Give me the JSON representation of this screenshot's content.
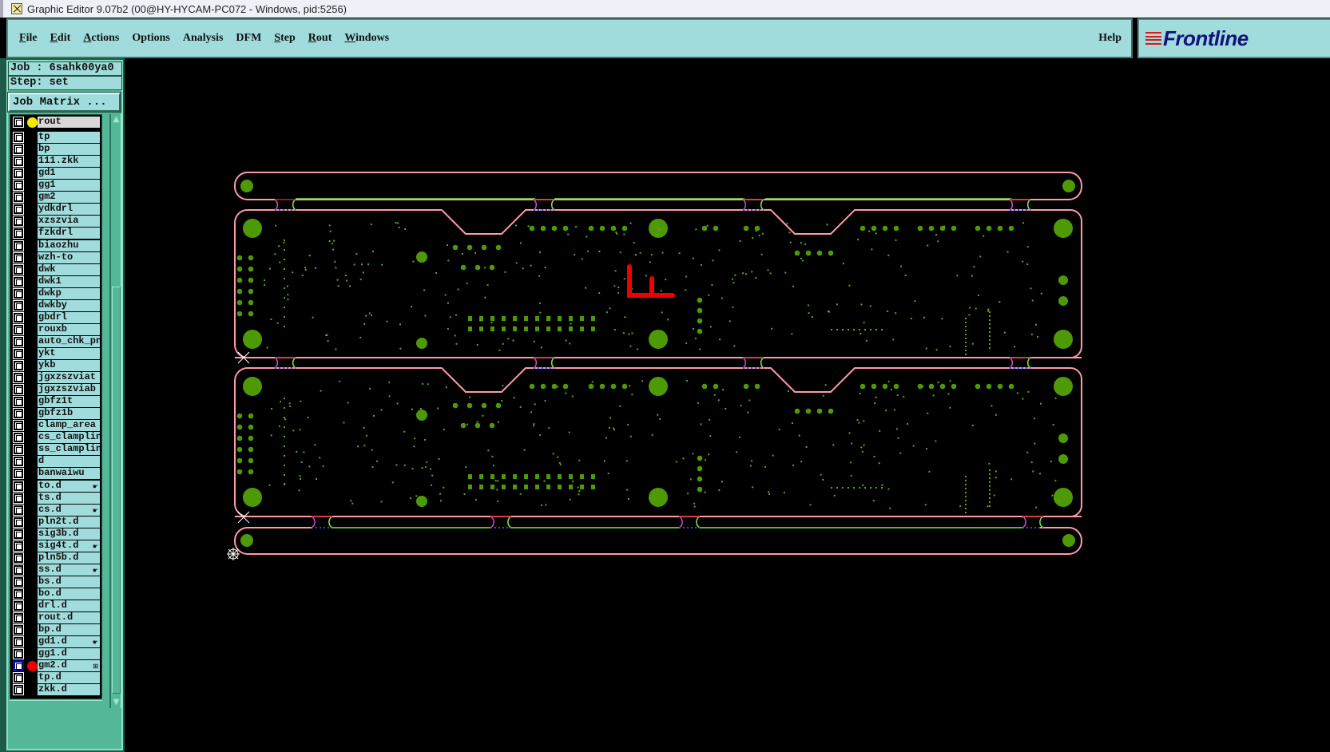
{
  "window": {
    "title": "Graphic Editor 9.07b2 (00@HY-HYCAM-PC072 - Windows, pid:5256)"
  },
  "menu": {
    "items": [
      {
        "label": "File",
        "u": "F",
        "rest": "ile"
      },
      {
        "label": "Edit",
        "u": "E",
        "rest": "dit"
      },
      {
        "label": "Actions",
        "u": "A",
        "rest": "ctions"
      },
      {
        "label": "Options",
        "u": "",
        "rest": "Options"
      },
      {
        "label": "Analysis",
        "u": "",
        "rest": "Analysis"
      },
      {
        "label": "DFM",
        "u": "",
        "rest": "DFM"
      },
      {
        "label": "Step",
        "u": "S",
        "rest": "tep"
      },
      {
        "label": "Rout",
        "u": "R",
        "rest": "out"
      },
      {
        "label": "Windows",
        "u": "W",
        "rest": "indows"
      }
    ],
    "help": "Help"
  },
  "logo": {
    "text": "Frontline"
  },
  "sidebar": {
    "job": "Job : 6sahk00ya0",
    "step": "Step: set",
    "job_matrix": "Job Matrix ...",
    "layers": [
      {
        "name": "rout",
        "dot": "#f5e800",
        "board": true
      },
      {
        "name": "tp"
      },
      {
        "name": "bp"
      },
      {
        "name": "111.zkk"
      },
      {
        "name": "gd1"
      },
      {
        "name": "gg1"
      },
      {
        "name": "gm2"
      },
      {
        "name": "ydkdrl"
      },
      {
        "name": "xzszvia"
      },
      {
        "name": "fzkdrl"
      },
      {
        "name": "biaozhu"
      },
      {
        "name": "wzh-to"
      },
      {
        "name": "dwk"
      },
      {
        "name": "dwk1"
      },
      {
        "name": "dwkp"
      },
      {
        "name": "dwkby"
      },
      {
        "name": "gbdrl"
      },
      {
        "name": "rouxb"
      },
      {
        "name": "auto_chk_pnl"
      },
      {
        "name": "ykt"
      },
      {
        "name": "ykb"
      },
      {
        "name": "jgxzszviat"
      },
      {
        "name": "jgxzszviab"
      },
      {
        "name": "gbfz1t"
      },
      {
        "name": "gbfz1b"
      },
      {
        "name": "clamp_area"
      },
      {
        "name": "cs_clampline"
      },
      {
        "name": "ss_clampline"
      },
      {
        "name": "d"
      },
      {
        "name": "banwaiwu"
      },
      {
        "name": "to.d",
        "mark": "hand"
      },
      {
        "name": "ts.d"
      },
      {
        "name": "cs.d",
        "mark": "hand"
      },
      {
        "name": "pln2t.d"
      },
      {
        "name": "sig3b.d"
      },
      {
        "name": "sig4t.d",
        "mark": "hand"
      },
      {
        "name": "pln5b.d"
      },
      {
        "name": "ss.d",
        "mark": "hand"
      },
      {
        "name": "bs.d"
      },
      {
        "name": "bo.d"
      },
      {
        "name": "drl.d"
      },
      {
        "name": "rout.d"
      },
      {
        "name": "bp.d"
      },
      {
        "name": "gd1.d",
        "mark": "hand"
      },
      {
        "name": "gg1.d"
      },
      {
        "name": "gm2.d",
        "dot": "#ee0000",
        "active": true,
        "mark": "grid"
      },
      {
        "name": "tp.d"
      },
      {
        "name": "zkk.d"
      }
    ]
  },
  "icons": {
    "hand": "☛",
    "grid": "⊞",
    "scroll_up": "▲",
    "scroll_down": "▼"
  },
  "colors": {
    "menu_bg": "#a0dcdc",
    "sidebar_bg": "#54b898",
    "outline": "#ff9aa8",
    "pad": "#4e9a06",
    "tab_green": "#7aee50",
    "highlight_red": "#ee0000"
  }
}
